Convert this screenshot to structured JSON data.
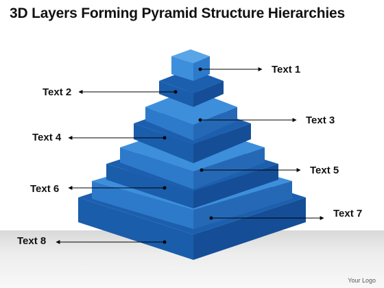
{
  "title": "3D Layers Forming Pyramid Structure Hierarchies",
  "labels": [
    "Text 1",
    "Text 2",
    "Text 3",
    "Text 4",
    "Text 5",
    "Text 6",
    "Text 7",
    "Text 8"
  ],
  "logo": "Your Logo",
  "colors": {
    "top_light": "#3d8fdc",
    "top_dark": "#1c5fae",
    "front": "#1a5dab",
    "side": "#154e97",
    "floor": "#e6e6e6"
  }
}
